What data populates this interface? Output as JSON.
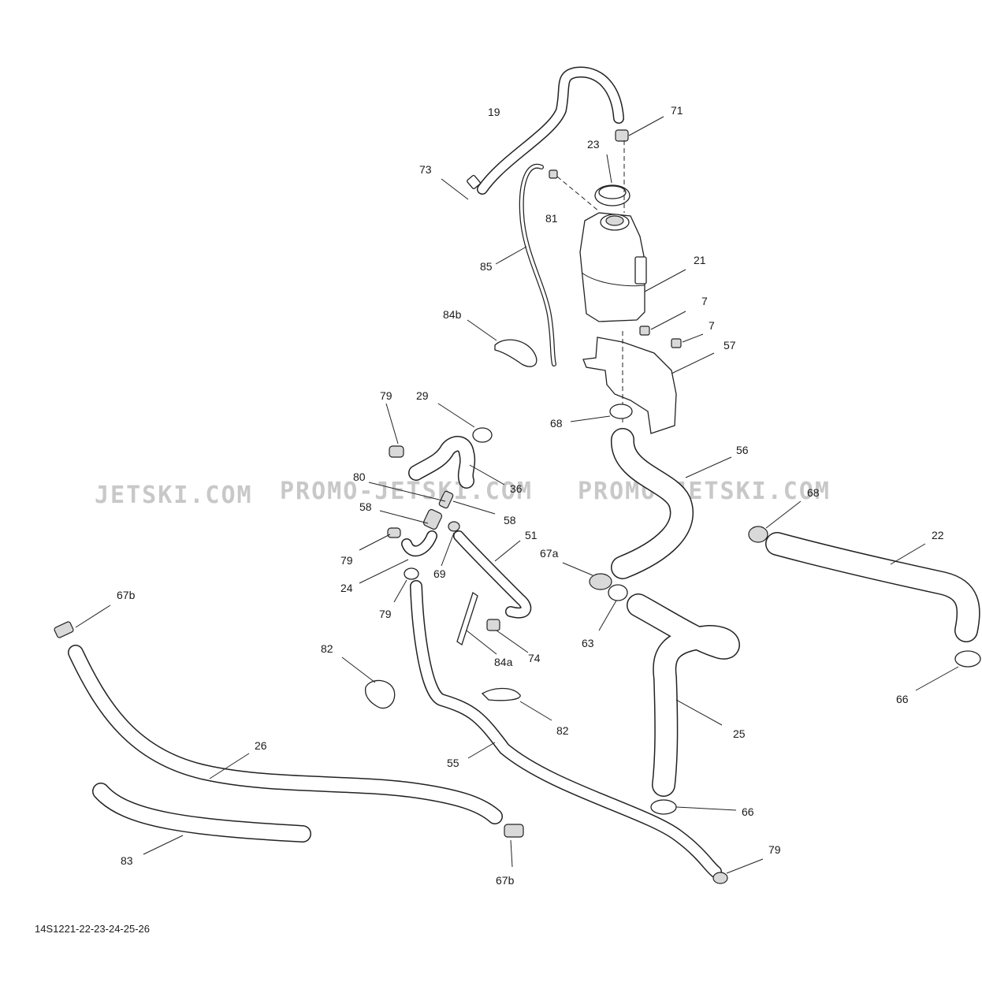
{
  "watermarks": [
    "JETSKI.COM",
    "PROMO-JETSKI.COM",
    "PROMO-JETSKI.COM"
  ],
  "reference_code": "14S1221-22-23-24-25-26",
  "labels": {
    "l19": "19",
    "l71": "71",
    "l23": "23",
    "l73": "73",
    "l81": "81",
    "l85": "85",
    "l21": "21",
    "l7a": "7",
    "l7b": "7",
    "l84b": "84b",
    "l57": "57",
    "l79a": "79",
    "l29": "29",
    "l68": "68",
    "l56": "56",
    "l80": "80",
    "l36": "36",
    "l58a": "58",
    "l58b": "58",
    "l51": "51",
    "l79b": "79",
    "l69": "69",
    "l24": "24",
    "l67a": "67a",
    "l68b": "68",
    "l22": "22",
    "l79c": "79",
    "l67b_top": "67b",
    "l84a": "84a",
    "l74": "74",
    "l63": "63",
    "l82a": "82",
    "l82b": "82",
    "l66a": "66",
    "l25": "25",
    "l26": "26",
    "l55": "55",
    "l66b": "66",
    "l83": "83",
    "l67b_bot": "67b",
    "l79d": "79"
  }
}
